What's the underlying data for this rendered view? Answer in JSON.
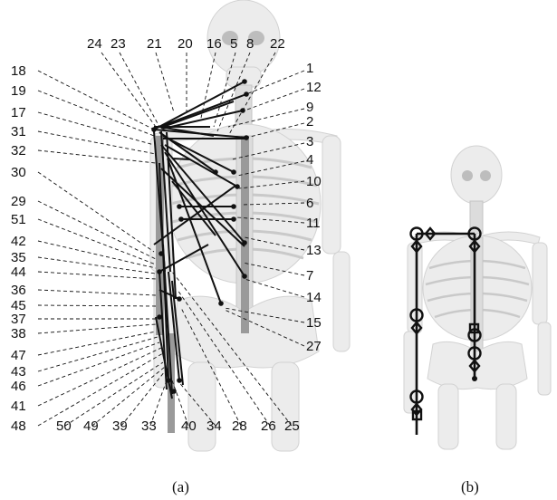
{
  "labels_top": [
    "24",
    "23",
    "21",
    "20",
    "16",
    "5",
    "8",
    "22"
  ],
  "labels_right": [
    "1",
    "12",
    "9",
    "2",
    "3",
    "4",
    "10",
    "6",
    "11",
    "13",
    "7",
    "14",
    "15",
    "27"
  ],
  "labels_left": [
    "18",
    "19",
    "17",
    "31",
    "32",
    "30",
    "29",
    "51",
    "42",
    "35",
    "44",
    "36",
    "45",
    "37",
    "38",
    "47",
    "43",
    "46",
    "41",
    "48"
  ],
  "labels_bottom": [
    "50",
    "49",
    "39",
    "33",
    "40",
    "34",
    "28",
    "26",
    "25"
  ],
  "captions": [
    "(a)",
    "(b)"
  ]
}
